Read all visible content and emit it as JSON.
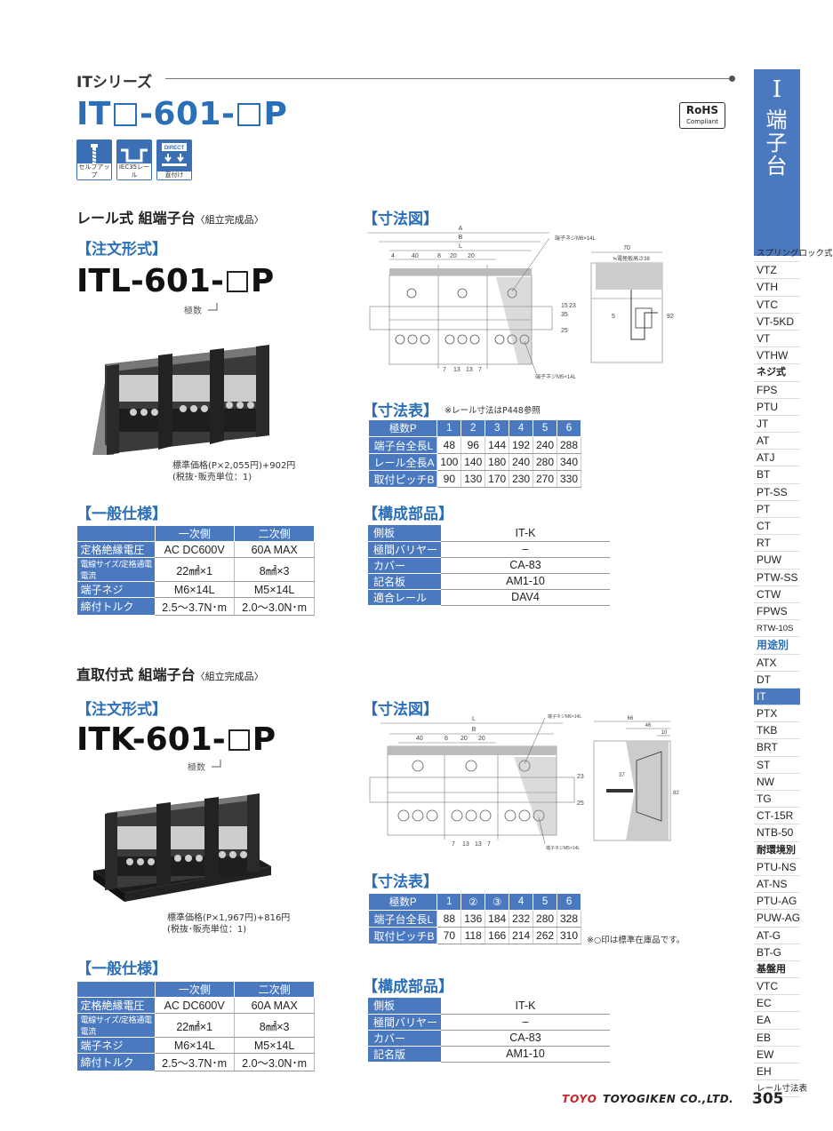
{
  "header": {
    "series": "ITシリーズ",
    "title_prefix": "IT",
    "title_suffix": "-601-",
    "title_end": "P",
    "rohs_top": "RoHS",
    "rohs_bottom": "Compliant",
    "icons": [
      {
        "label": "セルフアップ",
        "name": "self-up-icon"
      },
      {
        "label": "IEC35レール",
        "name": "din-rail-icon"
      },
      {
        "label": "直付け",
        "name": "direct-mount-icon",
        "top_text": "DIRECT"
      }
    ]
  },
  "sidebar": {
    "head_roman": "I",
    "head_text": "端子台",
    "items": [
      {
        "label": "スプリングロック式",
        "kind": "small"
      },
      {
        "label": "VTZ"
      },
      {
        "label": "VTH"
      },
      {
        "label": "VTC"
      },
      {
        "label": "VT-5KD"
      },
      {
        "label": "VT"
      },
      {
        "label": "VTHW"
      },
      {
        "label": "ネジ式",
        "kind": "cat"
      },
      {
        "label": "FPS"
      },
      {
        "label": "PTU"
      },
      {
        "label": "JT"
      },
      {
        "label": "AT"
      },
      {
        "label": "ATJ"
      },
      {
        "label": "BT"
      },
      {
        "label": "PT-SS"
      },
      {
        "label": "PT"
      },
      {
        "label": "CT"
      },
      {
        "label": "RT"
      },
      {
        "label": "PUW"
      },
      {
        "label": "PTW-SS"
      },
      {
        "label": "CTW"
      },
      {
        "label": "FPWS"
      },
      {
        "label": "RTW-10S",
        "kind": "small"
      },
      {
        "label": "用途別",
        "kind": "cat-blue"
      },
      {
        "label": "ATX"
      },
      {
        "label": "DT"
      },
      {
        "label": "IT",
        "kind": "active"
      },
      {
        "label": "PTX"
      },
      {
        "label": "TKB"
      },
      {
        "label": "BRT"
      },
      {
        "label": "ST"
      },
      {
        "label": "NW"
      },
      {
        "label": "TG"
      },
      {
        "label": "CT-15R"
      },
      {
        "label": "NTB-50"
      },
      {
        "label": "耐環境別",
        "kind": "cat"
      },
      {
        "label": "PTU-NS"
      },
      {
        "label": "AT-NS"
      },
      {
        "label": "PTU-AG"
      },
      {
        "label": "PUW-AG"
      },
      {
        "label": "AT-G"
      },
      {
        "label": "BT-G"
      },
      {
        "label": "基盤用",
        "kind": "cat"
      },
      {
        "label": "VTC"
      },
      {
        "label": "EC"
      },
      {
        "label": "EA"
      },
      {
        "label": "EB"
      },
      {
        "label": "EW"
      },
      {
        "label": "EH"
      },
      {
        "label": "レール寸法表",
        "kind": "small"
      }
    ]
  },
  "rail": {
    "section_title": "レール式 組端子台",
    "section_sub": "〈組立完成品〉",
    "order_label": "【注文形式】",
    "order_code_prefix": "ITL-601-",
    "order_code_suffix": "P",
    "kyoku": "極数",
    "price_line1": "標準価格(P×2,055円)+902円",
    "price_line2": "(税抜･販売単位：1)",
    "spec_label": "【一般仕様】",
    "spec": {
      "headers": [
        "",
        "一次側",
        "二次側"
      ],
      "rows": [
        {
          "h": "定格絶縁電圧",
          "a": "AC DC600V",
          "b": "60A MAX"
        },
        {
          "h": "電線サイズ/定格通電電流",
          "a": "22㎟×1",
          "b": "8㎟×3",
          "small": true
        },
        {
          "h": "端子ネジ",
          "a": "M6×14L",
          "b": "M5×14L"
        },
        {
          "h": "締付トルク",
          "a": "2.5～3.7N･m",
          "b": "2.0～3.0N･m"
        }
      ]
    },
    "drawing_label": "【寸法図】",
    "drawing_text": {
      "a": "A",
      "b": "B",
      "l": "L",
      "d4": "4",
      "d40": "40",
      "d8": "8",
      "d20a": "20",
      "d20b": "20",
      "screw_top": "端子ネジM6×14L",
      "screw_bottom": "端子ネジM5×14L",
      "w70": "70",
      "rail_h": "≒電極板高さ38",
      "b7a": "7",
      "b13a": "13",
      "b13b": "13",
      "b7b": "7",
      "v15": "15",
      "v35": "35",
      "v23": "23",
      "v25": "25",
      "v92": "92",
      "v5": "5"
    },
    "dim_label": "【寸法表】",
    "dim_note": "※レール寸法はP448参照",
    "dim": {
      "headers": [
        "極数P",
        "1",
        "2",
        "3",
        "4",
        "5",
        "6"
      ],
      "rows": [
        {
          "h": "端子台全長L",
          "v": [
            "48",
            "96",
            "144",
            "192",
            "240",
            "288"
          ]
        },
        {
          "h": "レール全長A",
          "v": [
            "100",
            "140",
            "180",
            "240",
            "280",
            "340"
          ]
        },
        {
          "h": "取付ピッチB",
          "v": [
            "90",
            "130",
            "170",
            "230",
            "270",
            "330"
          ]
        }
      ]
    },
    "parts_label": "【構成部品】",
    "parts": [
      {
        "h": "側板",
        "v": "IT-K"
      },
      {
        "h": "極間バリヤー",
        "v": "–"
      },
      {
        "h": "カバー",
        "v": "CA-83"
      },
      {
        "h": "記名板",
        "v": "AM1-10"
      },
      {
        "h": "適合レール",
        "v": "DAV4"
      }
    ]
  },
  "direct": {
    "section_title": "直取付式 組端子台",
    "section_sub": "〈組立完成品〉",
    "order_label": "【注文形式】",
    "order_code_prefix": "ITK-601-",
    "order_code_suffix": "P",
    "kyoku": "極数",
    "price_line1": "標準価格(P×1,967円)+816円",
    "price_line2": "(税抜･販売単位：1)",
    "spec_label": "【一般仕様】",
    "spec": {
      "headers": [
        "",
        "一次側",
        "二次側"
      ],
      "rows": [
        {
          "h": "定格絶縁電圧",
          "a": "AC DC600V",
          "b": "60A MAX"
        },
        {
          "h": "電線サイズ/定格通電電流",
          "a": "22㎟×1",
          "b": "8㎟×3",
          "small": true
        },
        {
          "h": "端子ネジ",
          "a": "M6×14L",
          "b": "M5×14L"
        },
        {
          "h": "締付トルク",
          "a": "2.5～3.7N･m",
          "b": "2.0～3.0N･m"
        }
      ]
    },
    "drawing_label": "【寸法図】",
    "drawing_text": {
      "l": "L",
      "b": "B",
      "d40": "40",
      "d8": "8",
      "d20a": "20",
      "d20b": "20",
      "screw_top": "端子ネジM6×14L",
      "screw_bottom": "端子ネジM5×14L",
      "w66": "66",
      "w46": "46",
      "w10": "10",
      "v23": "23",
      "v25": "25",
      "v82": "82",
      "v37": "37",
      "b7a": "7",
      "b13a": "13",
      "b13b": "13",
      "b7b": "7"
    },
    "dim_label": "【寸法表】",
    "dim_note": "※○印は標準在庫品です。",
    "dim": {
      "headers": [
        "極数P",
        "1",
        "②",
        "③",
        "4",
        "5",
        "6"
      ],
      "rows": [
        {
          "h": "端子台全長L",
          "v": [
            "88",
            "136",
            "184",
            "232",
            "280",
            "328"
          ]
        },
        {
          "h": "取付ピッチB",
          "v": [
            "70",
            "118",
            "166",
            "214",
            "262",
            "310"
          ]
        }
      ]
    },
    "parts_label": "【構成部品】",
    "parts": [
      {
        "h": "側板",
        "v": "IT-K"
      },
      {
        "h": "極間バリヤー",
        "v": "–"
      },
      {
        "h": "カバー",
        "v": "CA-83"
      },
      {
        "h": "記名版",
        "v": "AM1-10"
      }
    ]
  },
  "footer": {
    "mark": "TOYO",
    "company": "TOYOGIKEN CO.,LTD.",
    "page": "305"
  }
}
